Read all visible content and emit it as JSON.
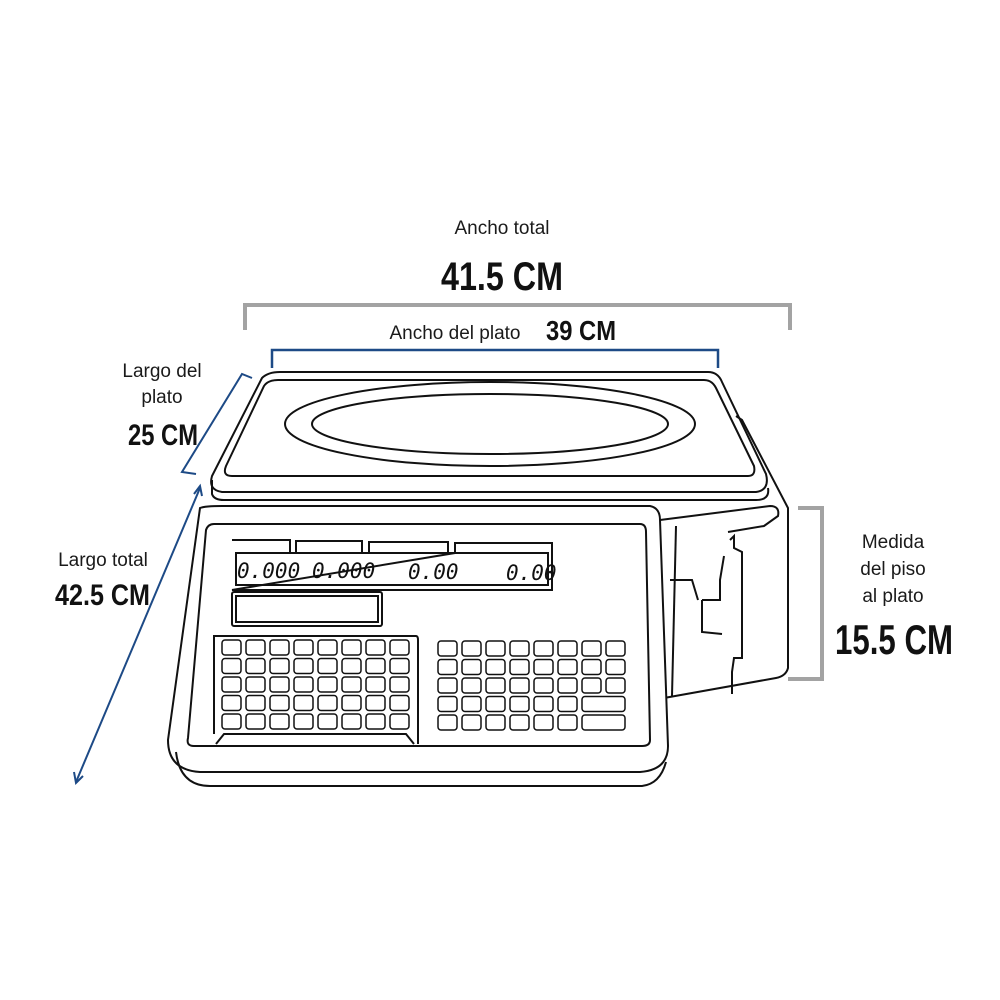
{
  "dimensions": {
    "total_width": {
      "label": "Ancho total",
      "value": "41.5 CM"
    },
    "plate_width": {
      "label": "Ancho del plato",
      "value": "39 CM"
    },
    "plate_length": {
      "label_line1": "Largo del",
      "label_line2": "plato",
      "value": "25 CM"
    },
    "total_length": {
      "label": "Largo total",
      "value": "42.5 CM"
    },
    "floor_to_plate": {
      "label_line1": "Medida",
      "label_line2": "del piso",
      "label_line3": "al plato",
      "value": "15.5 CM"
    }
  },
  "display": {
    "weight": "0.000",
    "price": "0.000",
    "unit_price": "0.00",
    "total": "0.00"
  },
  "colors": {
    "gray_bracket": "#a3a3a3",
    "blue_line": "#1d4a86",
    "outline": "#111111"
  }
}
